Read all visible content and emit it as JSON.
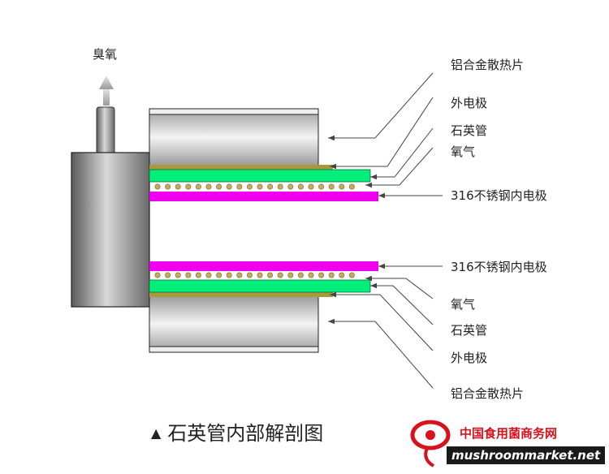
{
  "ozone_label": "臭氧",
  "caption": "石英管内部解剖图",
  "caption_marker": "▲",
  "labels_top": [
    "铝合金散热片",
    "外电极",
    "石英管",
    "氧气",
    "316不锈钢内电极"
  ],
  "labels_bottom": [
    "316不锈钢内电极",
    "氧气",
    "石英管",
    "外电极",
    "铝合金散热片"
  ],
  "logo": {
    "cn_text": "中国食用菌商务网",
    "en_text": "mushroommarket.net"
  },
  "colors": {
    "quartz": "#00ee7a",
    "electrode": "#ee00ee",
    "outer_electrode": "#a89a3c",
    "oxygen_bead": "#c8a85a",
    "logo_red": "#d8121c"
  }
}
